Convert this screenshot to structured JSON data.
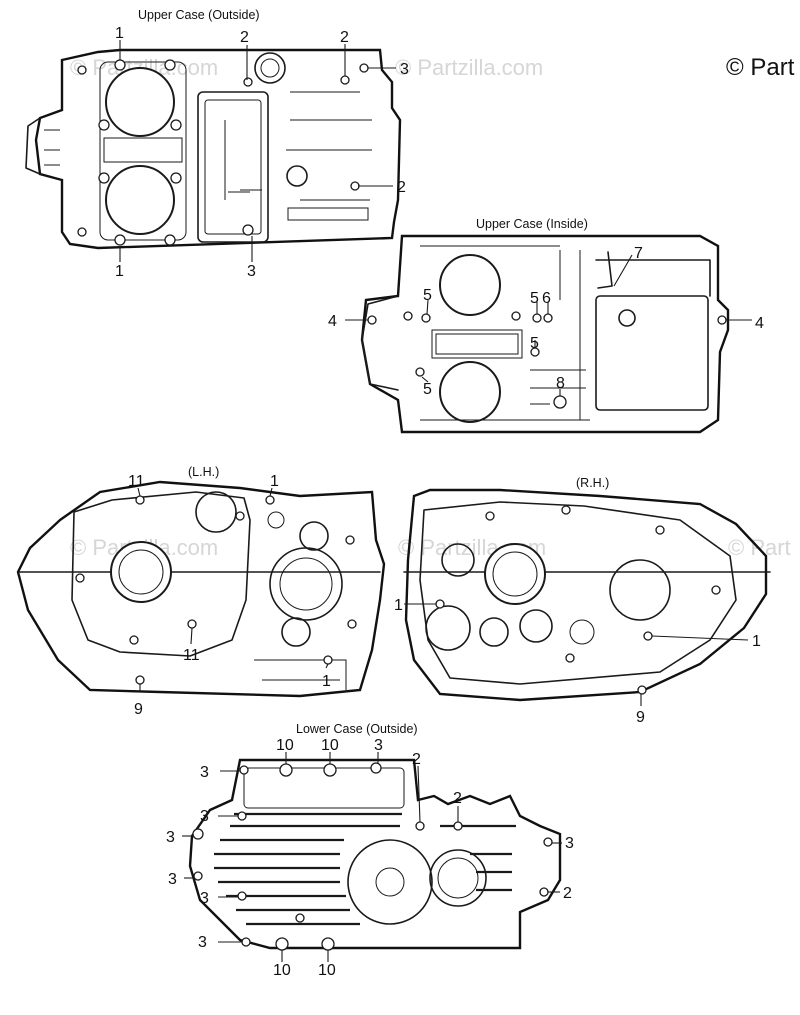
{
  "copyright": "© Part",
  "watermarks": [
    "© Partzilla.com",
    "© Partzilla.com",
    "© Partzilla.com",
    "© Partzilla.com",
    "© Part"
  ],
  "sections": {
    "upper_outside": {
      "title": "Upper Case (Outside)",
      "callouts": [
        "1",
        "2",
        "2",
        "3",
        "2",
        "1",
        "3"
      ]
    },
    "upper_inside": {
      "title": "Upper Case (Inside)",
      "callouts": [
        "7",
        "5",
        "5",
        "6",
        "4",
        "4",
        "5",
        "5",
        "8"
      ]
    },
    "lh": {
      "title": "(L.H.)",
      "callouts": [
        "11",
        "1",
        "11",
        "9",
        "1"
      ]
    },
    "rh": {
      "title": "(R.H.)",
      "callouts": [
        "1",
        "1",
        "9"
      ]
    },
    "lower_outside": {
      "title": "Lower Case (Outside)",
      "callouts": [
        "10",
        "10",
        "3",
        "3",
        "2",
        "2",
        "3",
        "3",
        "3",
        "3",
        "3",
        "2",
        "3",
        "10",
        "10"
      ]
    }
  },
  "colors": {
    "ink": "#1a1a1a",
    "watermark": "#d6d6d6",
    "paper": "#ffffff"
  }
}
